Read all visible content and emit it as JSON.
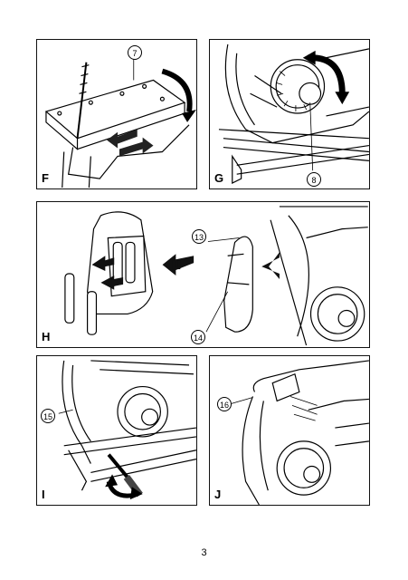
{
  "panels": {
    "F": {
      "letter": "F",
      "callouts": [
        "7"
      ]
    },
    "G": {
      "letter": "G",
      "callouts": [
        "8"
      ]
    },
    "H": {
      "letter": "H",
      "callouts": [
        "13",
        "14"
      ]
    },
    "I": {
      "letter": "I",
      "callouts": [
        "15"
      ]
    },
    "J": {
      "letter": "J",
      "callouts": [
        "16"
      ]
    }
  },
  "page_number": "3"
}
